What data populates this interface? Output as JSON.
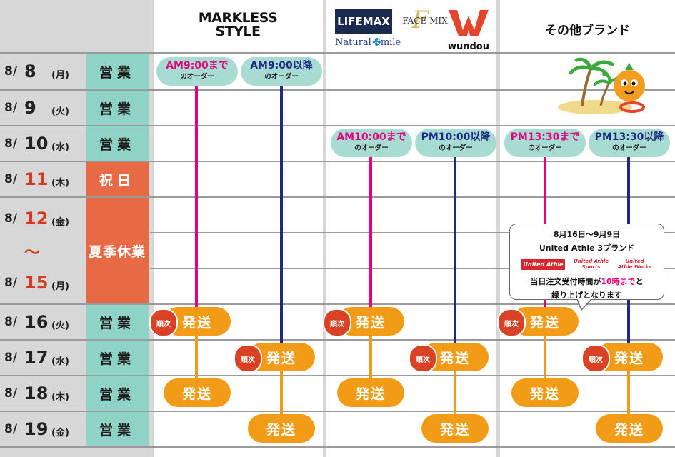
{
  "header": {
    "markless_logo": "MARKLESS STYLE",
    "lifemax_logo": "LIFEMAX",
    "facemix_logo": "FACE MIX",
    "natural_smile_logo": "Natural Smile",
    "wundou_logo": "wundou",
    "other_brands": "その他ブランド"
  },
  "rows": [
    {
      "month": "8/",
      "day": "8",
      "weekday": "(月)",
      "status": "営業"
    },
    {
      "month": "8/",
      "day": "9",
      "weekday": "(火)",
      "status": "営業"
    },
    {
      "month": "8/",
      "day": "10",
      "weekday": "(水)",
      "status": "営業"
    },
    {
      "month": "8/",
      "day": "11",
      "weekday": "(木)",
      "status": "祝日"
    },
    {
      "month": "8/",
      "day": "12",
      "weekday": "(金)",
      "status": "夏季休業"
    },
    {
      "month": "8/",
      "day": "15",
      "weekday": "(月)",
      "status": ""
    },
    {
      "month": "8/",
      "day": "16",
      "weekday": "(火)",
      "status": "営業"
    },
    {
      "month": "8/",
      "day": "17",
      "weekday": "(水)",
      "status": "営業"
    },
    {
      "month": "8/",
      "day": "18",
      "weekday": "(木)",
      "status": "営業"
    },
    {
      "month": "8/",
      "day": "19",
      "weekday": "(金)",
      "status": "営業"
    }
  ],
  "tilde": "〜",
  "cutoffs": {
    "markless_before": {
      "main": "AM9:00まで",
      "sub": "のオーダー"
    },
    "markless_after": {
      "main": "AM9:00以降",
      "sub": "のオーダー"
    },
    "lifemax_before": {
      "main": "AM10:00まで",
      "sub": "のオーダー"
    },
    "lifemax_after": {
      "main": "PM10:00以降",
      "sub": "のオーダー"
    },
    "other_before": {
      "main": "PM13:30まで",
      "sub": "のオーダー"
    },
    "other_after": {
      "main": "PM13:30以降",
      "sub": "のオーダー"
    }
  },
  "shipping_label": "発送",
  "sequential_label": "順次",
  "notice": {
    "period": "8月16日〜9月9日",
    "brands": "United Athle 3ブランド",
    "logo1": "United Athle",
    "logo2": "United Athle Sports",
    "logo3": "United Athle Works",
    "line1_pre": "当日注文受付時間が",
    "line1_highlight": "10時まで",
    "line1_post": "と",
    "line2": "繰り上げとなります"
  },
  "colors": {
    "teal": "#8fd3c6",
    "holiday_orange": "#e86a45",
    "pink": "#e5007e",
    "navy": "#1f2a86",
    "shipping_orange": "#f29b17"
  }
}
